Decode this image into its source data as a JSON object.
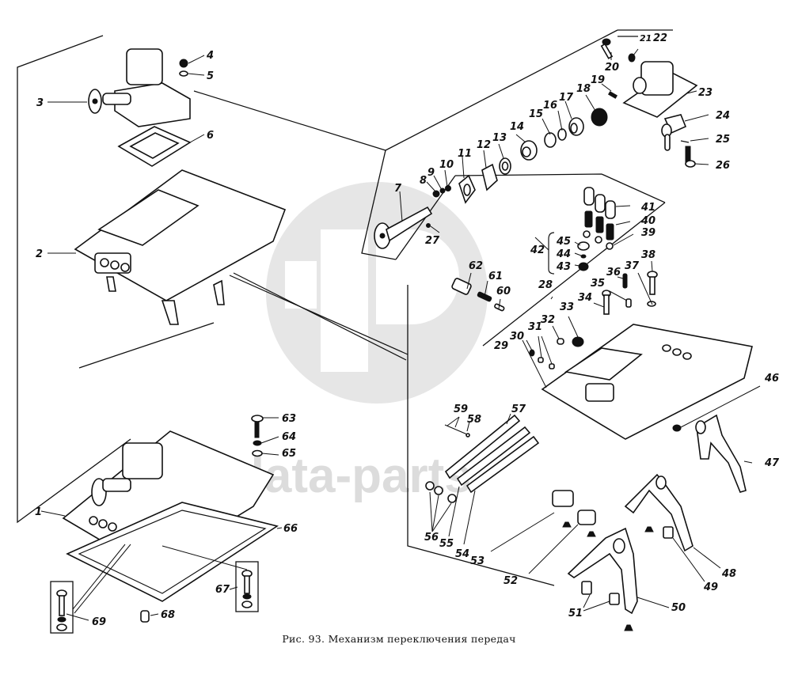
{
  "figure": {
    "caption": "Рис. 93. Механизм переключения передач",
    "watermark": {
      "logo": "dp-circle-logo",
      "text": "data-parts",
      "color": "#dcdcdc"
    }
  },
  "callouts": [
    {
      "id": "1",
      "label": "1"
    },
    {
      "id": "2",
      "label": "2"
    },
    {
      "id": "3",
      "label": "3"
    },
    {
      "id": "4",
      "label": "4"
    },
    {
      "id": "5",
      "label": "5"
    },
    {
      "id": "6",
      "label": "6"
    },
    {
      "id": "7",
      "label": "7"
    },
    {
      "id": "8",
      "label": "8"
    },
    {
      "id": "9",
      "label": "9"
    },
    {
      "id": "10",
      "label": "10"
    },
    {
      "id": "11",
      "label": "11"
    },
    {
      "id": "12",
      "label": "12"
    },
    {
      "id": "13",
      "label": "13"
    },
    {
      "id": "14",
      "label": "14"
    },
    {
      "id": "15",
      "label": "15"
    },
    {
      "id": "16",
      "label": "16"
    },
    {
      "id": "17",
      "label": "17"
    },
    {
      "id": "18",
      "label": "18"
    },
    {
      "id": "19",
      "label": "19"
    },
    {
      "id": "20",
      "label": "20"
    },
    {
      "id": "21",
      "label": "21"
    },
    {
      "id": "22",
      "label": "22"
    },
    {
      "id": "23",
      "label": "23"
    },
    {
      "id": "24",
      "label": "24"
    },
    {
      "id": "25",
      "label": "25"
    },
    {
      "id": "26",
      "label": "26"
    },
    {
      "id": "27",
      "label": "27"
    },
    {
      "id": "28",
      "label": "28"
    },
    {
      "id": "29",
      "label": "29"
    },
    {
      "id": "30",
      "label": "30"
    },
    {
      "id": "31",
      "label": "31"
    },
    {
      "id": "32",
      "label": "32"
    },
    {
      "id": "33",
      "label": "33"
    },
    {
      "id": "34",
      "label": "34"
    },
    {
      "id": "35",
      "label": "35"
    },
    {
      "id": "36",
      "label": "36"
    },
    {
      "id": "37",
      "label": "37"
    },
    {
      "id": "38",
      "label": "38"
    },
    {
      "id": "39",
      "label": "39"
    },
    {
      "id": "40",
      "label": "40"
    },
    {
      "id": "41",
      "label": "41"
    },
    {
      "id": "42",
      "label": "42"
    },
    {
      "id": "43",
      "label": "43"
    },
    {
      "id": "44",
      "label": "44"
    },
    {
      "id": "45",
      "label": "45"
    },
    {
      "id": "46",
      "label": "46"
    },
    {
      "id": "47",
      "label": "47"
    },
    {
      "id": "48",
      "label": "48"
    },
    {
      "id": "49",
      "label": "49"
    },
    {
      "id": "50",
      "label": "50"
    },
    {
      "id": "51",
      "label": "51"
    },
    {
      "id": "52",
      "label": "52"
    },
    {
      "id": "53",
      "label": "53"
    },
    {
      "id": "54",
      "label": "54"
    },
    {
      "id": "55",
      "label": "55"
    },
    {
      "id": "56",
      "label": "56"
    },
    {
      "id": "57",
      "label": "57"
    },
    {
      "id": "58",
      "label": "58"
    },
    {
      "id": "59",
      "label": "59"
    },
    {
      "id": "60",
      "label": "60"
    },
    {
      "id": "61",
      "label": "61"
    },
    {
      "id": "62",
      "label": "62"
    },
    {
      "id": "63",
      "label": "63"
    },
    {
      "id": "64",
      "label": "64"
    },
    {
      "id": "65",
      "label": "65"
    },
    {
      "id": "66",
      "label": "66"
    },
    {
      "id": "67",
      "label": "67"
    },
    {
      "id": "68",
      "label": "68"
    },
    {
      "id": "69",
      "label": "69"
    }
  ]
}
